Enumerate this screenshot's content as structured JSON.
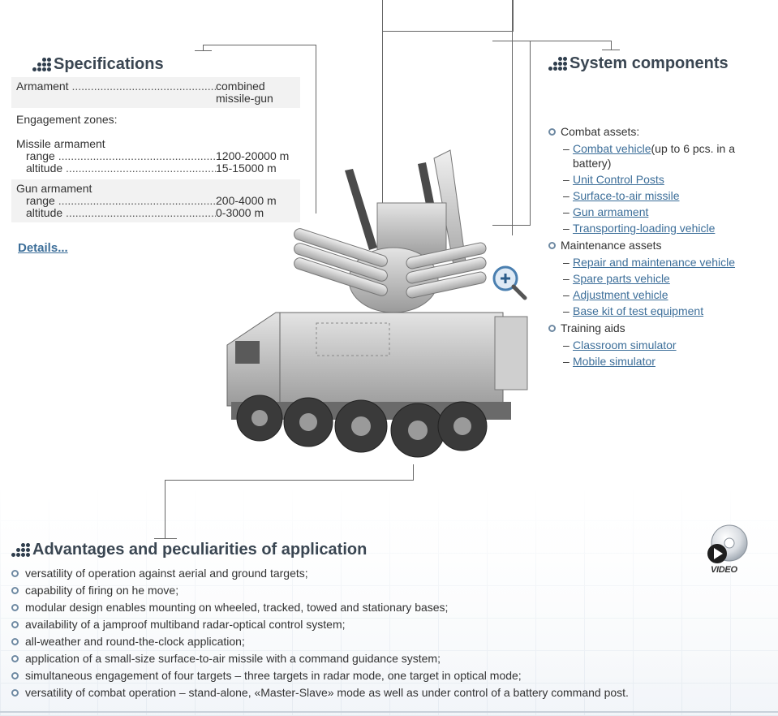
{
  "specifications": {
    "title": "Specifications",
    "armament_label": "Armament",
    "armament_value": "combined missile-gun",
    "engagement_zones": "Engagement zones:",
    "missile_heading": "Missile armament",
    "missile_range_label": "range",
    "missile_range_value": "1200-20000 m",
    "missile_altitude_label": "altitude",
    "missile_altitude_value": "15-15000 m",
    "gun_heading": "Gun armament",
    "gun_range_label": "range",
    "gun_range_value": "200-4000 m",
    "gun_altitude_label": "altitude",
    "gun_altitude_value": "0-3000 m",
    "details_link": "Details..."
  },
  "components": {
    "title": "System components",
    "groups": [
      {
        "label": "Combat assets:",
        "items": [
          {
            "link": "Combat vehicle",
            "suffix": "(up to 6 pcs. in a battery)"
          },
          {
            "link": "Unit Control Posts",
            "suffix": ""
          },
          {
            "link": "Surface-to-air missile",
            "suffix": ""
          },
          {
            "link": "Gun armament",
            "suffix": ""
          },
          {
            "link": "Transporting-loading vehicle",
            "suffix": ""
          }
        ]
      },
      {
        "label": "Maintenance assets",
        "items": [
          {
            "link": "Repair and maintenance vehicle",
            "suffix": ""
          },
          {
            "link": "Spare parts vehicle",
            "suffix": ""
          },
          {
            "link": "Adjustment vehicle",
            "suffix": ""
          },
          {
            "link": "Base kit of test equipment",
            "suffix": ""
          }
        ]
      },
      {
        "label": "Training aids",
        "items": [
          {
            "link": "Classroom simulator",
            "suffix": ""
          },
          {
            "link": "Mobile simulator",
            "suffix": ""
          }
        ]
      }
    ]
  },
  "video": {
    "label": "VIDEO",
    "icon": "video-disc-icon"
  },
  "advantages": {
    "title": "Advantages and peculiarities of application",
    "items": [
      "versatility of operation against aerial and ground targets;",
      "capability of firing on he move;",
      "modular design enables mounting on wheeled, tracked, towed and stationary bases;",
      "availability of a jamproof multiband radar-optical control system;",
      "all-weather and round-the-clock application;",
      "application of a small-size surface-to-air missile with a command guidance system;",
      "simultaneous engagement of four targets – three targets in radar mode, one target in optical mode;",
      "versatility of combat operation – stand-alone, «Master-Slave» mode as well as under control of a battery command post."
    ]
  },
  "colors": {
    "title": "#3a4652",
    "link": "#3c6e99",
    "bullet": "#6f8aa3",
    "shaded_row": "#f2f2f2"
  }
}
